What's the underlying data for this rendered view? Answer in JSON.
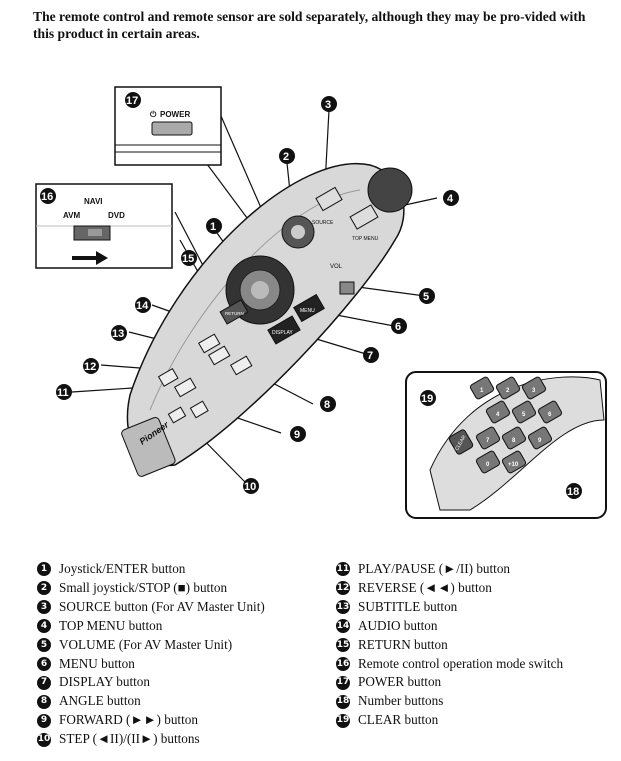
{
  "intro": "The remote control and remote sensor are sold separately, although they may be pro-vided with this product in certain areas.",
  "figure": {
    "power_label": "POWER",
    "mode_switch": {
      "left": "AVM",
      "top": "NAVI",
      "right": "DVD"
    },
    "brand": "Pioneer",
    "key_labels": {
      "source": "SOURCE",
      "top_menu": "TOP MENU",
      "vol": "VOL",
      "menu": "MENU",
      "display": "DISPLAY",
      "return": "RETURN",
      "clear": "CLEAR"
    },
    "numpad": [
      "1",
      "2",
      "3",
      "4",
      "5",
      "6",
      "7",
      "8",
      "9",
      "0",
      "+10"
    ]
  },
  "legend_left": [
    {
      "num": "1",
      "text": "Joystick/ENTER button"
    },
    {
      "num": "2",
      "text": "Small joystick/STOP (■) button"
    },
    {
      "num": "3",
      "text": "SOURCE button (For AV Master Unit)"
    },
    {
      "num": "4",
      "text": "TOP MENU button"
    },
    {
      "num": "5",
      "text": "VOLUME (For AV Master Unit)"
    },
    {
      "num": "6",
      "text": "MENU button"
    },
    {
      "num": "7",
      "text": "DISPLAY button"
    },
    {
      "num": "8",
      "text": "ANGLE button"
    },
    {
      "num": "9",
      "text": "FORWARD (►►) button"
    },
    {
      "num": "10",
      "text": "STEP (◄II)/(II►) buttons"
    }
  ],
  "legend_right": [
    {
      "num": "11",
      "text": "PLAY/PAUSE (►/II) button"
    },
    {
      "num": "12",
      "text": "REVERSE (◄◄) button"
    },
    {
      "num": "13",
      "text": "SUBTITLE button"
    },
    {
      "num": "14",
      "text": "AUDIO button"
    },
    {
      "num": "15",
      "text": "RETURN button"
    },
    {
      "num": "16",
      "text": "Remote control operation mode switch"
    },
    {
      "num": "17",
      "text": "POWER button"
    },
    {
      "num": "18",
      "text": "Number buttons"
    },
    {
      "num": "19",
      "text": "CLEAR button"
    }
  ]
}
